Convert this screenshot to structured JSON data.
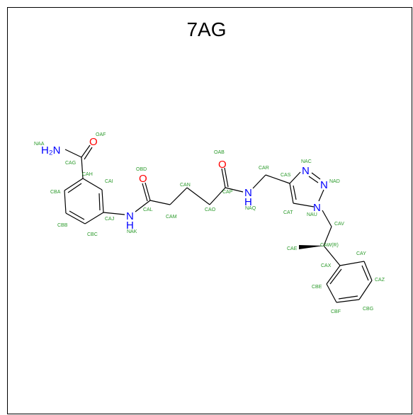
{
  "title": "7AG",
  "colors": {
    "atom_label": "#2a9a2a",
    "oxygen": "#ff0000",
    "nitrogen": "#0000ff",
    "bond": "#000000"
  },
  "heteroatoms": [
    {
      "id": "h_nh2",
      "text": "H₂N",
      "color": "nitrogen"
    },
    {
      "id": "h_o1",
      "text": "O",
      "color": "oxygen"
    },
    {
      "id": "h_o2",
      "text": "O",
      "color": "oxygen"
    },
    {
      "id": "h_o3",
      "text": "O",
      "color": "oxygen"
    },
    {
      "id": "h_nh1",
      "text": "N",
      "color": "nitrogen"
    },
    {
      "id": "h_nh1h",
      "text": "H",
      "color": "nitrogen"
    },
    {
      "id": "h_nh2b",
      "text": "N",
      "color": "nitrogen"
    },
    {
      "id": "h_nh2bh",
      "text": "H",
      "color": "nitrogen"
    },
    {
      "id": "h_nac",
      "text": "N",
      "color": "nitrogen"
    },
    {
      "id": "h_nad",
      "text": "N",
      "color": "nitrogen"
    },
    {
      "id": "h_nau",
      "text": "N",
      "color": "nitrogen"
    }
  ],
  "atom_labels": [
    "NAA",
    "OAF",
    "CAG",
    "CAH",
    "CBA",
    "CAI",
    "CBB",
    "CAJ",
    "CBC",
    "NAK",
    "OBD",
    "CAL",
    "CAM",
    "CAN",
    "CAO",
    "OAB",
    "CAP",
    "NAQ",
    "CAR",
    "CAS",
    "NAC",
    "NAD",
    "CAT",
    "NAU",
    "CAV",
    "CAE",
    "CAW(R)",
    "CAY",
    "CAX",
    "CAZ",
    "CBE",
    "CBF",
    "CBG"
  ]
}
